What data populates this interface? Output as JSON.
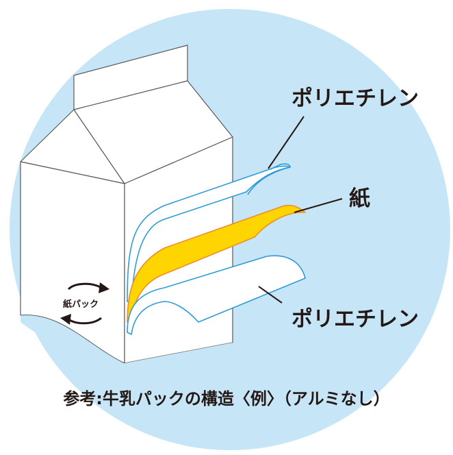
{
  "labels": {
    "polyethylene_top": "ポリエチレン",
    "paper": "紙",
    "polyethylene_bottom": "ポリエチレン"
  },
  "caption": "参考:牛乳パックの構造〈例〉（アルミなし）",
  "recycle_mark": {
    "text": "紙パック",
    "icon": "paper-pack-recycling-icon"
  },
  "colors": {
    "background_circle": "#c6e6f7",
    "carton_fill": "#ffffff",
    "carton_stroke": "#595757",
    "polyethylene_stroke": "#2e9bd6",
    "paper_fill": "#ffd500",
    "paper_stroke": "#f08c2a",
    "leader_line": "#231815",
    "text": "#231815"
  }
}
